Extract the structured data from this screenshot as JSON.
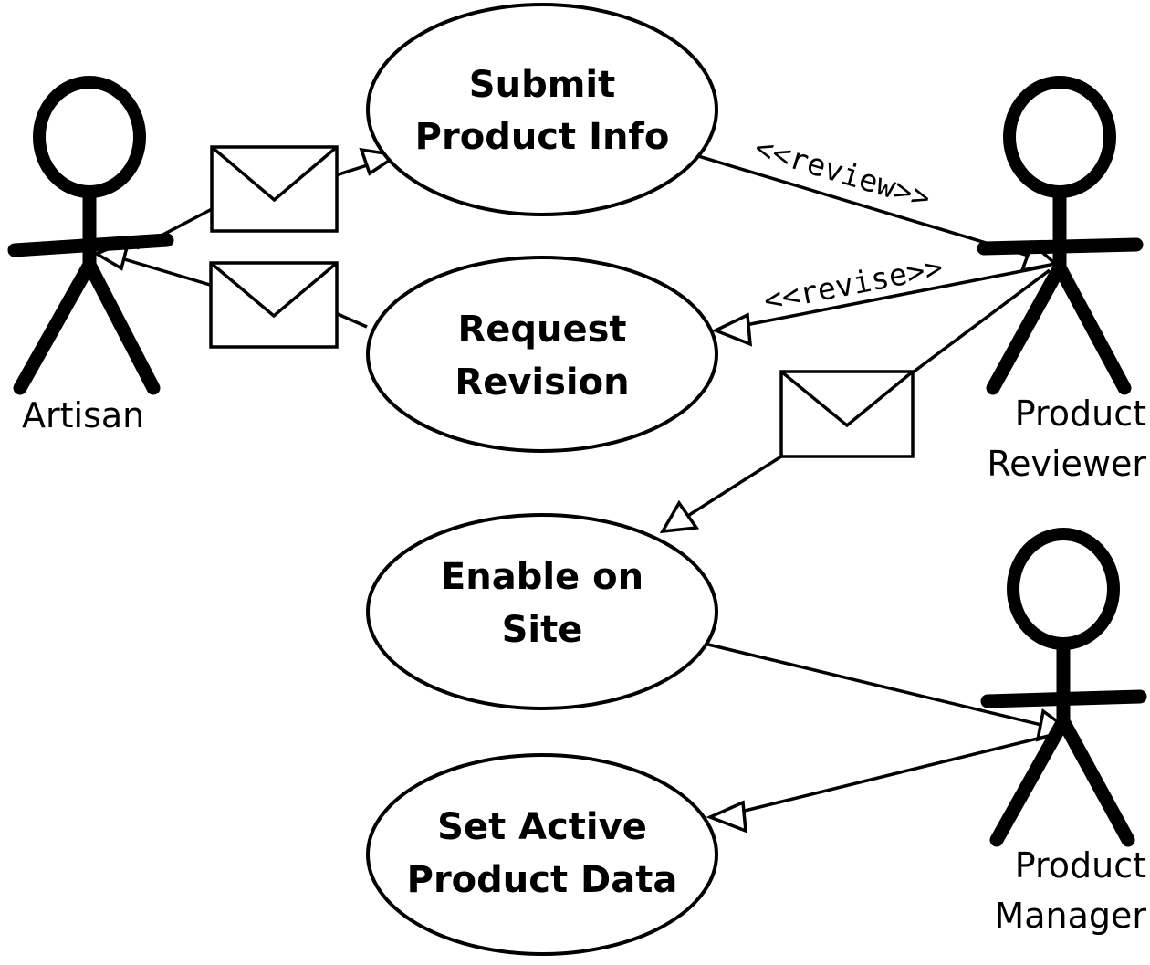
{
  "diagram": {
    "type": "uml-use-case-diagram",
    "title": "",
    "background_color": "#ffffff",
    "stroke_color": "#000000",
    "actors": [
      {
        "id": "artisan",
        "name": "Artisan",
        "label_lines": [
          "Artisan"
        ],
        "position": "left"
      },
      {
        "id": "product-reviewer",
        "name": "Product Reviewer",
        "label_lines": [
          "Product",
          "Reviewer"
        ],
        "position": "top-right"
      },
      {
        "id": "product-manager",
        "name": "Product Manager",
        "label_lines": [
          "Product",
          "Manager"
        ],
        "position": "bottom-right"
      }
    ],
    "use_cases": [
      {
        "id": "submit-product-info",
        "name": "Submit Product Info",
        "label_lines": [
          "Submit",
          "Product Info"
        ]
      },
      {
        "id": "request-revision",
        "name": "Request Revision",
        "label_lines": [
          "Request",
          "Revision"
        ]
      },
      {
        "id": "enable-on-site",
        "name": "Enable on Site",
        "label_lines": [
          "Enable on",
          "Site"
        ]
      },
      {
        "id": "set-active-product-data",
        "name": "Set Active Product Data",
        "label_lines": [
          "Set Active",
          "Product Data"
        ]
      }
    ],
    "stereotypes": [
      {
        "id": "review",
        "text": "<<review>>"
      },
      {
        "id": "revise",
        "text": "<<revise>>"
      }
    ],
    "notification_icons": [
      {
        "id": "envelope-submit",
        "name": "envelope-icon"
      },
      {
        "id": "envelope-revision",
        "name": "envelope-icon"
      },
      {
        "id": "envelope-enable",
        "name": "envelope-icon"
      }
    ],
    "associations": [
      {
        "from": "artisan",
        "to": "submit-product-info",
        "arrow": "hollow-triangle",
        "notification": "envelope-submit"
      },
      {
        "from": "request-revision",
        "to": "artisan",
        "arrow": "hollow-triangle",
        "notification": "envelope-revision"
      },
      {
        "from": "submit-product-info",
        "to": "product-reviewer",
        "arrow": "hollow-triangle",
        "stereotype": "review"
      },
      {
        "from": "product-reviewer",
        "to": "request-revision",
        "arrow": "hollow-triangle",
        "stereotype": "revise"
      },
      {
        "from": "product-reviewer",
        "to": "enable-on-site",
        "arrow": "hollow-triangle",
        "notification": "envelope-enable"
      },
      {
        "from": "enable-on-site",
        "to": "product-manager",
        "arrow": "hollow-triangle"
      },
      {
        "from": "product-manager",
        "to": "set-active-product-data",
        "arrow": "hollow-triangle"
      }
    ]
  }
}
